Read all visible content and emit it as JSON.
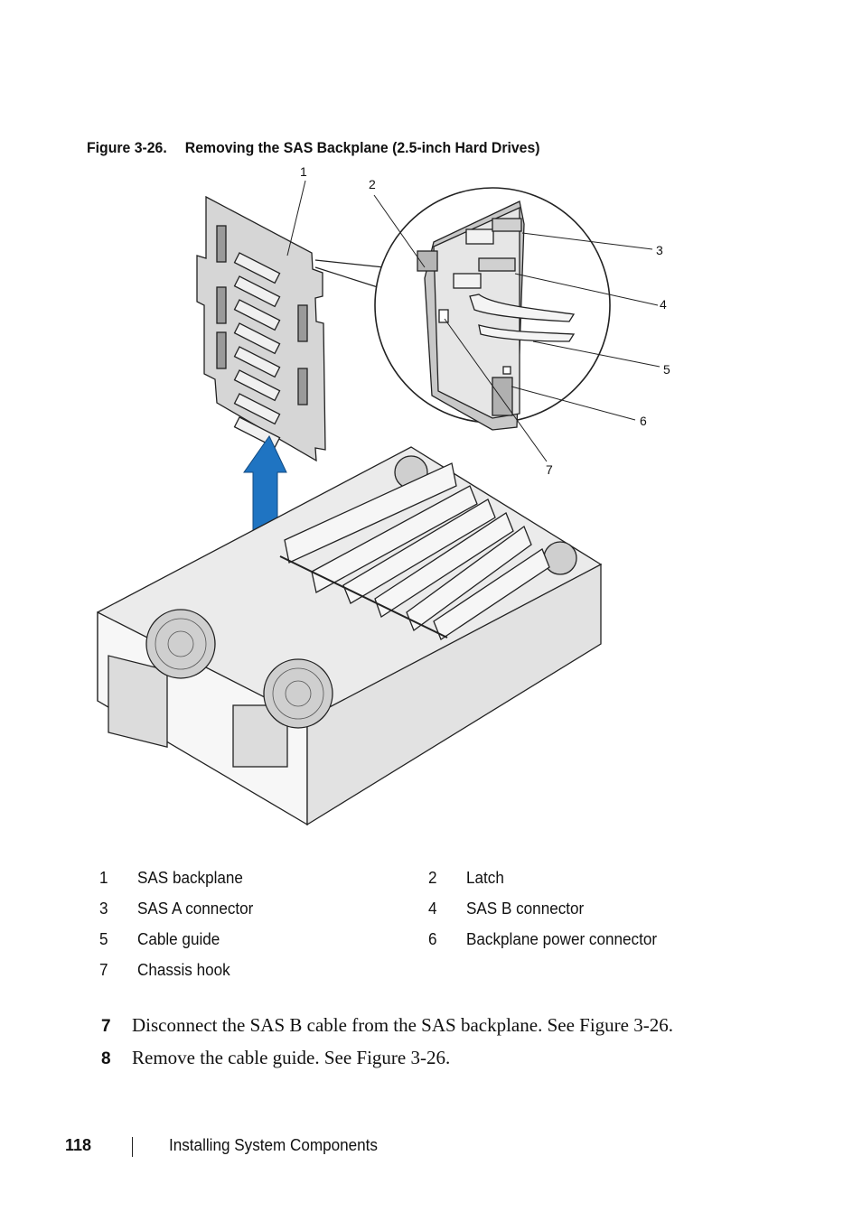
{
  "caption": {
    "number": "Figure 3-26.",
    "title": "Removing the SAS Backplane (2.5-inch Hard Drives)"
  },
  "callouts": [
    "1",
    "2",
    "3",
    "4",
    "5",
    "6",
    "7"
  ],
  "legend": [
    [
      {
        "num": "1",
        "label": "SAS backplane"
      },
      {
        "num": "2",
        "label": "Latch"
      }
    ],
    [
      {
        "num": "3",
        "label": "SAS A connector"
      },
      {
        "num": "4",
        "label": "SAS B connector"
      }
    ],
    [
      {
        "num": "5",
        "label": "Cable guide"
      },
      {
        "num": "6",
        "label": "Backplane power connector"
      }
    ],
    [
      {
        "num": "7",
        "label": "Chassis hook"
      }
    ]
  ],
  "steps": [
    {
      "num": "7",
      "text": "Disconnect the SAS B cable from the SAS backplane. See Figure 3-26."
    },
    {
      "num": "8",
      "text": "Remove the cable guide. See Figure 3-26."
    }
  ],
  "footer": {
    "page_number": "118",
    "section": "Installing System Components"
  },
  "colors": {
    "arrow": "#1f74c2",
    "line": "#222222",
    "fill_light": "#dcdcdc",
    "fill_mid": "#b9b9b9"
  }
}
